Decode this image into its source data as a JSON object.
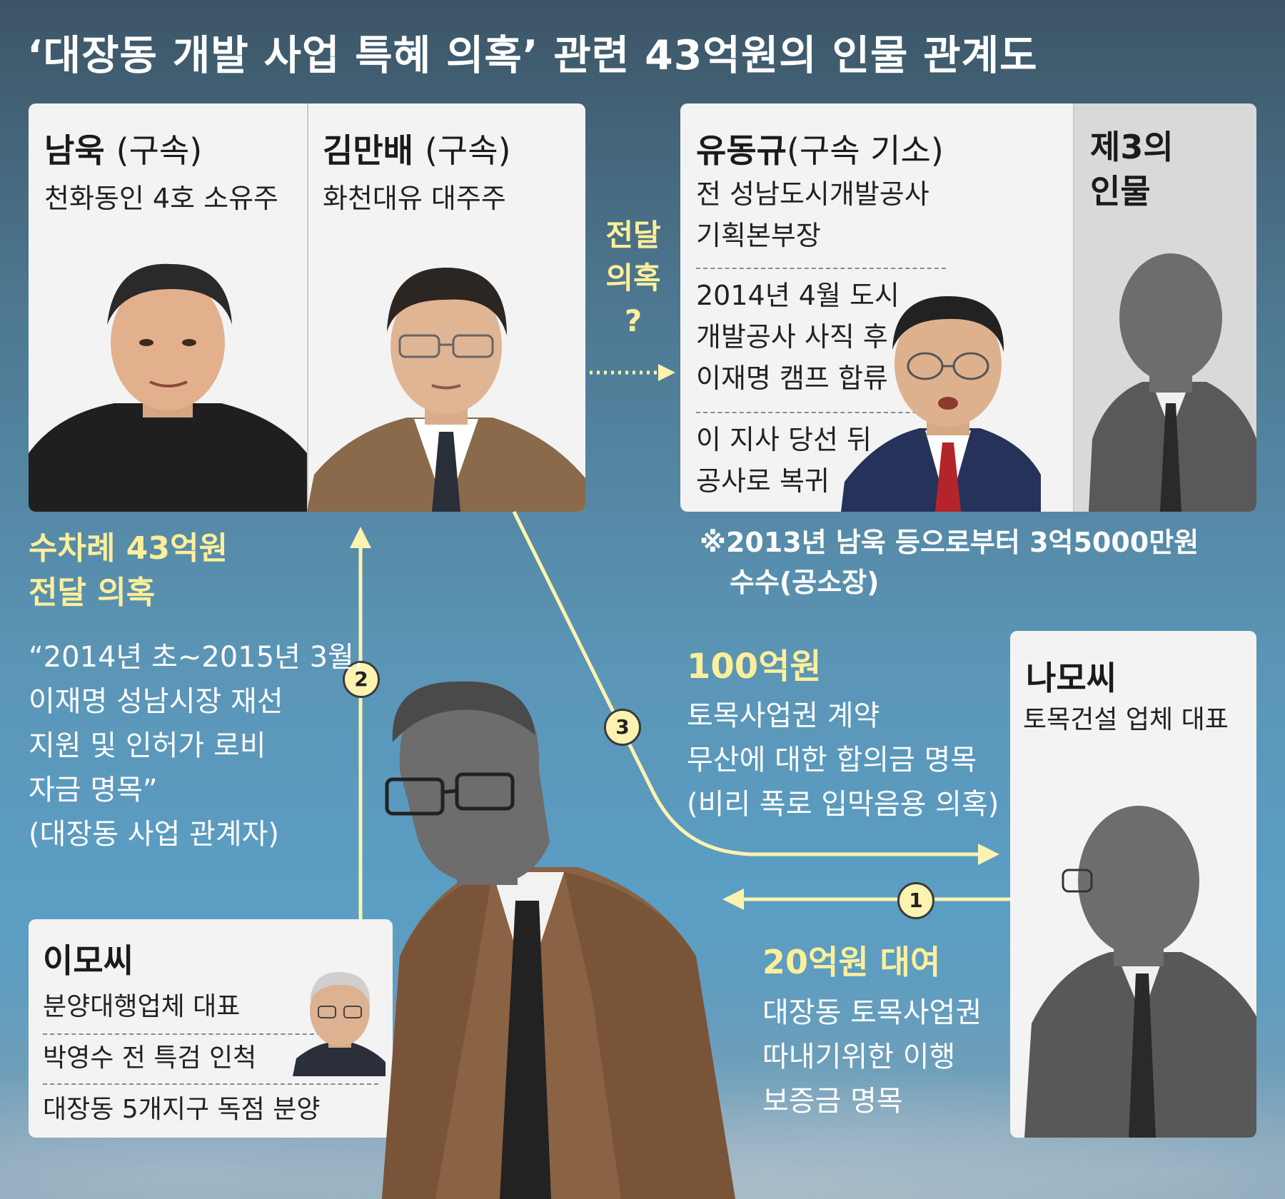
{
  "title": "‘대장동 개발 사업 특혜 의혹’ 관련 43억원의 인물 관계도",
  "people": {
    "namwook": {
      "name": "남욱",
      "status": "(구속)",
      "desc": "천화동인 4호 소유주"
    },
    "kimmanbae": {
      "name": "김만배",
      "status": "(구속)",
      "desc": "화천대유 대주주"
    },
    "yoodonggyu": {
      "name": "유동규",
      "status": "(구속 기소)",
      "desc1": [
        "전 성남도시개발공사",
        "기획본부장"
      ],
      "desc2": [
        "2014년 4월 도시",
        "개발공사 사직 후",
        "이재명 캠프 합류"
      ],
      "desc3": [
        "이 지사 당선 뒤",
        "공사로 복귀"
      ]
    },
    "third": {
      "name": [
        "제3의",
        "인물"
      ]
    },
    "na": {
      "name": "나모씨",
      "desc": "토목건설 업체 대표"
    },
    "lee": {
      "name": "이모씨",
      "desc": [
        "분양대행업체 대표",
        "박영수 전 특검 인척",
        "대장동 5개지구 독점 분양"
      ]
    }
  },
  "flows": {
    "delivery_q": [
      "전달",
      "의혹",
      "?"
    ],
    "note": [
      "※2013년 남욱 등으로부터 3억5000만원",
      "수수(공소장)"
    ],
    "f2": {
      "badge": "2",
      "title": [
        "수차례 43억원",
        "전달 의혹"
      ],
      "quote": [
        "“2014년 초~2015년 3월,",
        "이재명 성남시장 재선",
        "지원 및 인허가 로비",
        "자금 명목”"
      ],
      "source": "(대장동 사업 관계자)"
    },
    "f3": {
      "badge": "3",
      "amount": "100억원",
      "desc": [
        "토목사업권 계약",
        "무산에 대한 합의금 명목",
        "(비리 폭로 입막음용 의혹)"
      ]
    },
    "f1": {
      "badge": "1",
      "amount": "20억원 대여",
      "desc": [
        "대장동 토목사업권",
        "따내기위한 이행",
        "보증금 명목"
      ]
    }
  },
  "colors": {
    "arrow": "#fdf3b0",
    "highlight": "#ffef9a",
    "card": "#f3f3f3",
    "silhouette": "#6d6d6d"
  }
}
